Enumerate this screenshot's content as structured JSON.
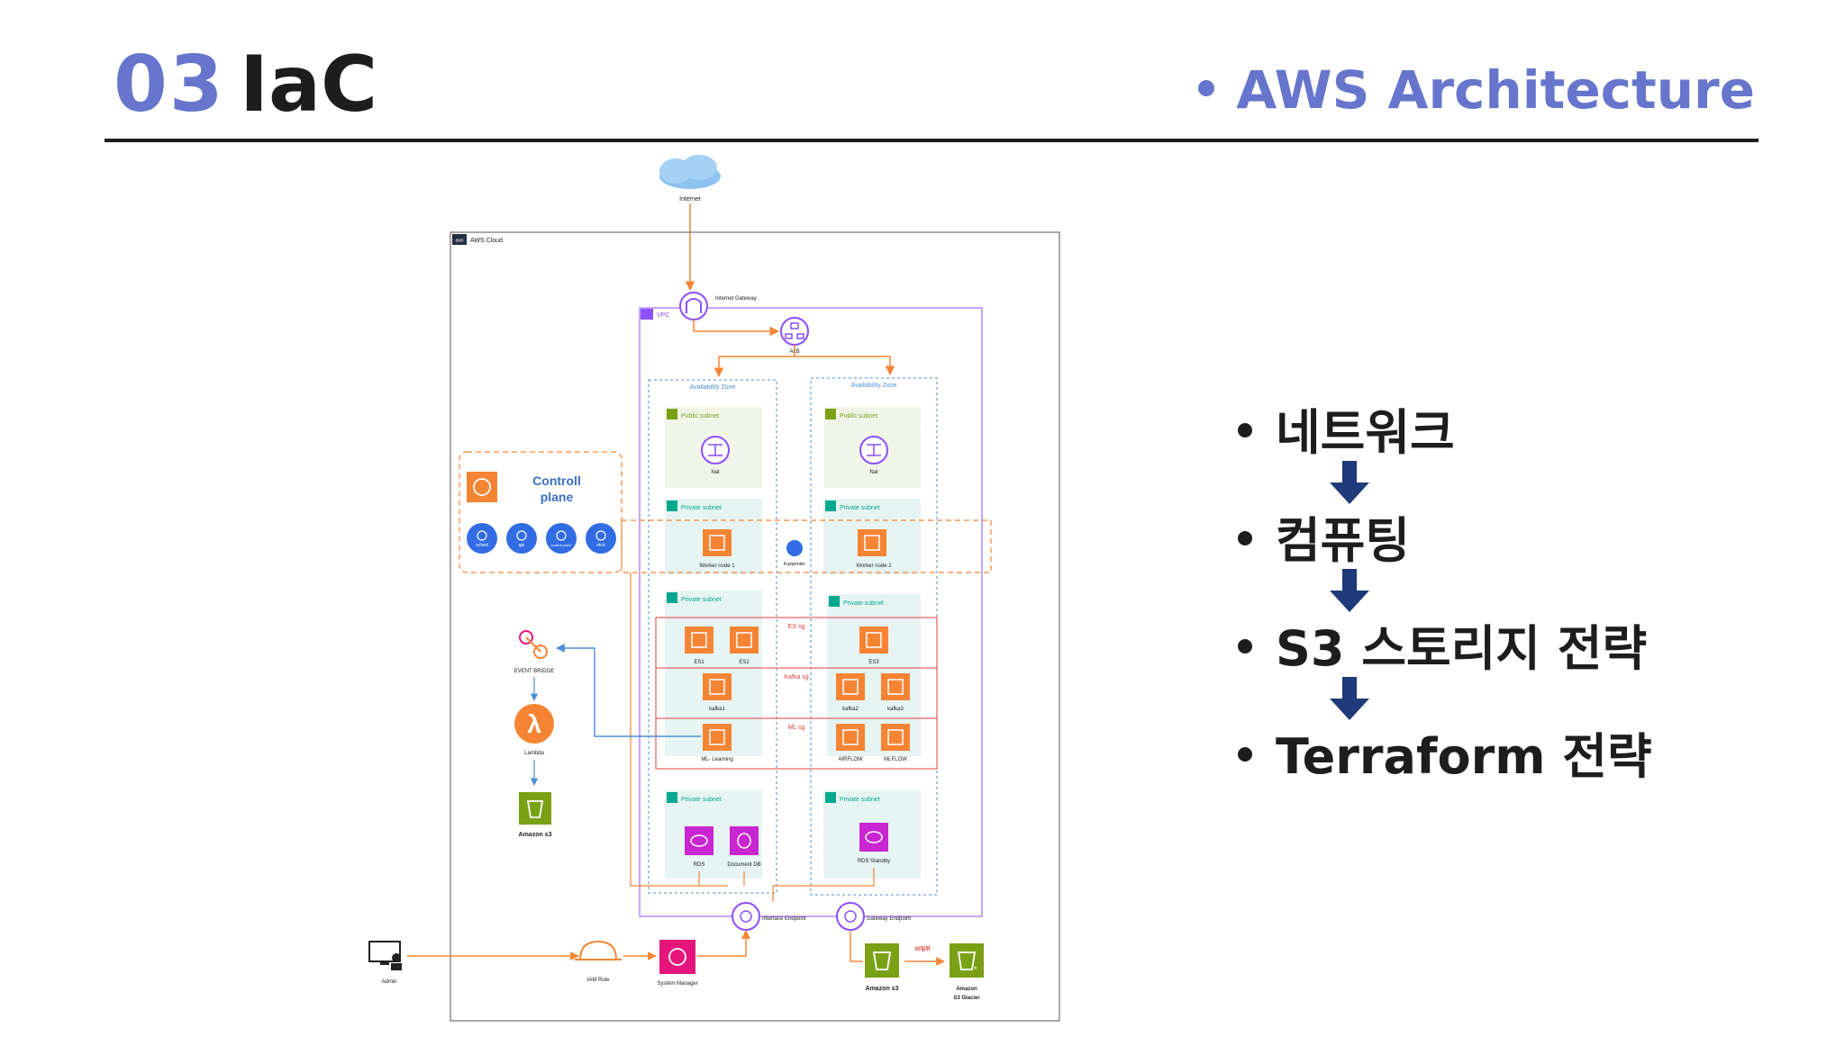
{
  "header": {
    "number": "03",
    "title": "IaC",
    "section": "AWS Architecture"
  },
  "steps": [
    {
      "label": "네트워크"
    },
    {
      "label": "컴퓨팅"
    },
    {
      "label": "S3 스토리지 전략"
    },
    {
      "label": "Terraform 전략"
    }
  ],
  "diagram": {
    "internet": "Internet",
    "aws_cloud": "AWS Cloud",
    "vpc": "VPC",
    "internet_gateway": "Internet Gateway",
    "alb": "ALB",
    "az1": "Availability Zone",
    "az2": "Availability Zone",
    "public_subnet_1": "Public subnet",
    "public_subnet_2": "Public subnet",
    "nat_1": "Nat",
    "nat_2": "Nat",
    "private_subnet_w1": "Private subnet",
    "private_subnet_w2": "Private subnet",
    "worker_node_1": "Worker node 1",
    "worker_node_2": "Worker node 2",
    "karpenter": "Karpenter",
    "control_plane_line1": "Controll",
    "control_plane_line2": "plane",
    "cp_icons": [
      "sched",
      "api",
      "control plane",
      "etcd"
    ],
    "private_subnet_d1": "Private subnet",
    "private_subnet_d2": "Private subnet",
    "es_sg": "ES sg",
    "kafka_sg": "Kafka sg",
    "ml_sg": "ML sg",
    "es1": "ES1",
    "es2": "ES2",
    "es3": "ES3",
    "kafka1": "kafka1",
    "kafka2": "kafka2",
    "kafka3": "kafka3",
    "ml_learning": "ML- Learning",
    "airflow": "AIRFLOW",
    "mlflow": "MLFLOW",
    "private_subnet_db1": "Private subnet",
    "private_subnet_db2": "Private subnet",
    "rds": "RDS",
    "document_db": "Document DB",
    "rds_standby": "RDS Standby",
    "event_bridge": "EVENT BRIDGE",
    "lambda": "Lambda",
    "amazon_s3_left": "Amazon s3",
    "interface_endpoint": "Interface Endpoint",
    "gateway_endpoint": "Gateway Endpoint",
    "admin": "Admin",
    "iam_role": "IAM Role",
    "system_manager": "System Manager",
    "amazon_s3": "Amazon s3",
    "days_label": "30일뒤",
    "glacier_line1": "Amazon",
    "glacier_line2": "S3 Glacier"
  },
  "colors": {
    "accent": "#6776cc",
    "arrow_navy": "#1f3a7a",
    "orange": "#f58534",
    "purple": "#8c4fff",
    "green_subnet": "#7aa116",
    "teal_subnet": "#01a88d",
    "red_sg": "#e0413a",
    "blue_k8s": "#326ce5"
  }
}
